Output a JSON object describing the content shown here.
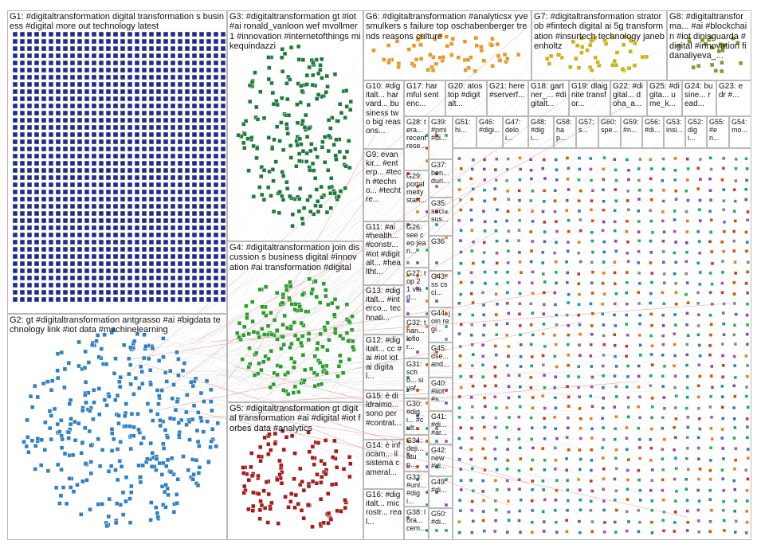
{
  "colors": {
    "background": "#ffffff",
    "border": "#b9b9b9",
    "edge": "#c8c8c8",
    "edge_red": "#c0392b",
    "g1": "#1f2d8a",
    "g2": "#2f7fc1",
    "g3": "#1f7a3a",
    "g4": "#2e9b2e",
    "g5": "#a31b1b",
    "g6": "#e39a2a",
    "g7": "#c9b21a",
    "g8": "#7b9d2a"
  },
  "groups": [
    {
      "id": "G1",
      "label": "G1: #digitaltransformation digital transformation s business #digital more out technology latest"
    },
    {
      "id": "G2",
      "label": "G2: gt #digitaltransformation antgrasso #ai #bigdata technology link #iot data #machinelearning"
    },
    {
      "id": "G3",
      "label": "G3: #digitaltransformation gt #iot #ai ronald_vanloon wef mvollmer1 #innovation #internetofthings mikequindazzi"
    },
    {
      "id": "G4",
      "label": "G4: #digitaltransformation join discussion s business digital #innovation #ai transformation #digital"
    },
    {
      "id": "G5",
      "label": "G5: #digitaltransformation gt digital transformation #ai #digital #iot forbes data #analytics"
    },
    {
      "id": "G6",
      "label": "G6: #digitaltransformation #analyticsx yvesmulkers s failure top oschabenberger trends reasons culture"
    },
    {
      "id": "G7",
      "label": "G7: #digitaltransformation stratorob #fintech digital ai 5g transformation #insurtech technology janebenholtz"
    },
    {
      "id": "G8",
      "label": "G8: #digitaltransforma... #ai #blockchain #iot dinisguarda #digital #innovation fidanaliyeva_..."
    },
    {
      "id": "G10",
      "label": "G10: #digitalt... harvard... business two big reasons..."
    },
    {
      "id": "G17",
      "label": "G17: harmful sentenc..."
    },
    {
      "id": "G20",
      "label": "G20: atos top #digitalt..."
    },
    {
      "id": "G21",
      "label": "G21: here #serverf..."
    },
    {
      "id": "G18",
      "label": "G18: gartner_... #digitalt..."
    },
    {
      "id": "G19",
      "label": "G19: dlaignite transfor..."
    },
    {
      "id": "G22",
      "label": "G22: #digital... doha_a..."
    },
    {
      "id": "G25",
      "label": "G25: #digita... ume_k..."
    },
    {
      "id": "G24",
      "label": "G24: busine... read..."
    },
    {
      "id": "G23",
      "label": "G23: e dr #..."
    },
    {
      "id": "G9",
      "label": "G9: evankir... #enterp... #tech #techno... #techtre..."
    },
    {
      "id": "G28",
      "label": "G28: tera... recent rese..."
    },
    {
      "id": "G29",
      "label": "G29: portal meity start..."
    },
    {
      "id": "G11",
      "label": "G11: #ai #health... #constr... #iot #digitalt... #healtht..."
    },
    {
      "id": "G13",
      "label": "G13: #digitalt... #interco... technati..."
    },
    {
      "id": "G12",
      "label": "G12: #digitalt... cc #ai #iot iot ai digital..."
    },
    {
      "id": "G15",
      "label": "G15: è di ldraimo... sono per #contrat..."
    },
    {
      "id": "G14",
      "label": "G14: è infocam... il sistema cameral..."
    },
    {
      "id": "G16",
      "label": "G16: #digitalt... microstr... real..."
    },
    {
      "id": "G26",
      "label": "G26: see ceo jean..."
    },
    {
      "id": "G27",
      "label": "G27: top 2 1 vlad..."
    },
    {
      "id": "G32",
      "label": "G32: than... lofior..."
    },
    {
      "id": "G31",
      "label": "G31: scho... siyaf..."
    },
    {
      "id": "G30",
      "label": "G30: #digi... #cult..."
    },
    {
      "id": "G34",
      "label": "G34: deji... atun..."
    },
    {
      "id": "G33",
      "label": "G33: #unl... #digi..."
    },
    {
      "id": "G38",
      "label": "G38: lora... cem..."
    },
    {
      "id": "G39",
      "label": "G39: #pmi #di..."
    },
    {
      "id": "G37",
      "label": "G37: ben... duri..."
    },
    {
      "id": "G35",
      "label": "G35: soci... sus..."
    },
    {
      "id": "G36",
      "label": "G36"
    },
    {
      "id": "G43",
      "label": "G43: ss csci..."
    },
    {
      "id": "G44",
      "label": "G44: join regi..."
    },
    {
      "id": "G45",
      "label": "G45: dse... and..."
    },
    {
      "id": "G40",
      "label": "G40: #iiot #s..."
    },
    {
      "id": "G41",
      "label": "G41: #di... #ar..."
    },
    {
      "id": "G42",
      "label": "G42: new #di..."
    },
    {
      "id": "G49",
      "label": "G49: #di..."
    },
    {
      "id": "G50",
      "label": "G50: #di..."
    },
    {
      "id": "G51",
      "label": "G51: hi..."
    },
    {
      "id": "G46",
      "label": "G46: #digi..."
    },
    {
      "id": "G47",
      "label": "G47: deloi..."
    },
    {
      "id": "G48",
      "label": "G48: #digi..."
    },
    {
      "id": "G58",
      "label": "G58: hap..."
    },
    {
      "id": "G57",
      "label": "G57: s..."
    },
    {
      "id": "G60",
      "label": "G60: spe..."
    },
    {
      "id": "G59",
      "label": "G59: #n..."
    },
    {
      "id": "G56",
      "label": "G56: #di..."
    },
    {
      "id": "G53",
      "label": "G53: insi..."
    },
    {
      "id": "G52",
      "label": "G52: digi..."
    },
    {
      "id": "G55",
      "label": "G55: #en..."
    },
    {
      "id": "G54",
      "label": "G54: mo..."
    }
  ]
}
